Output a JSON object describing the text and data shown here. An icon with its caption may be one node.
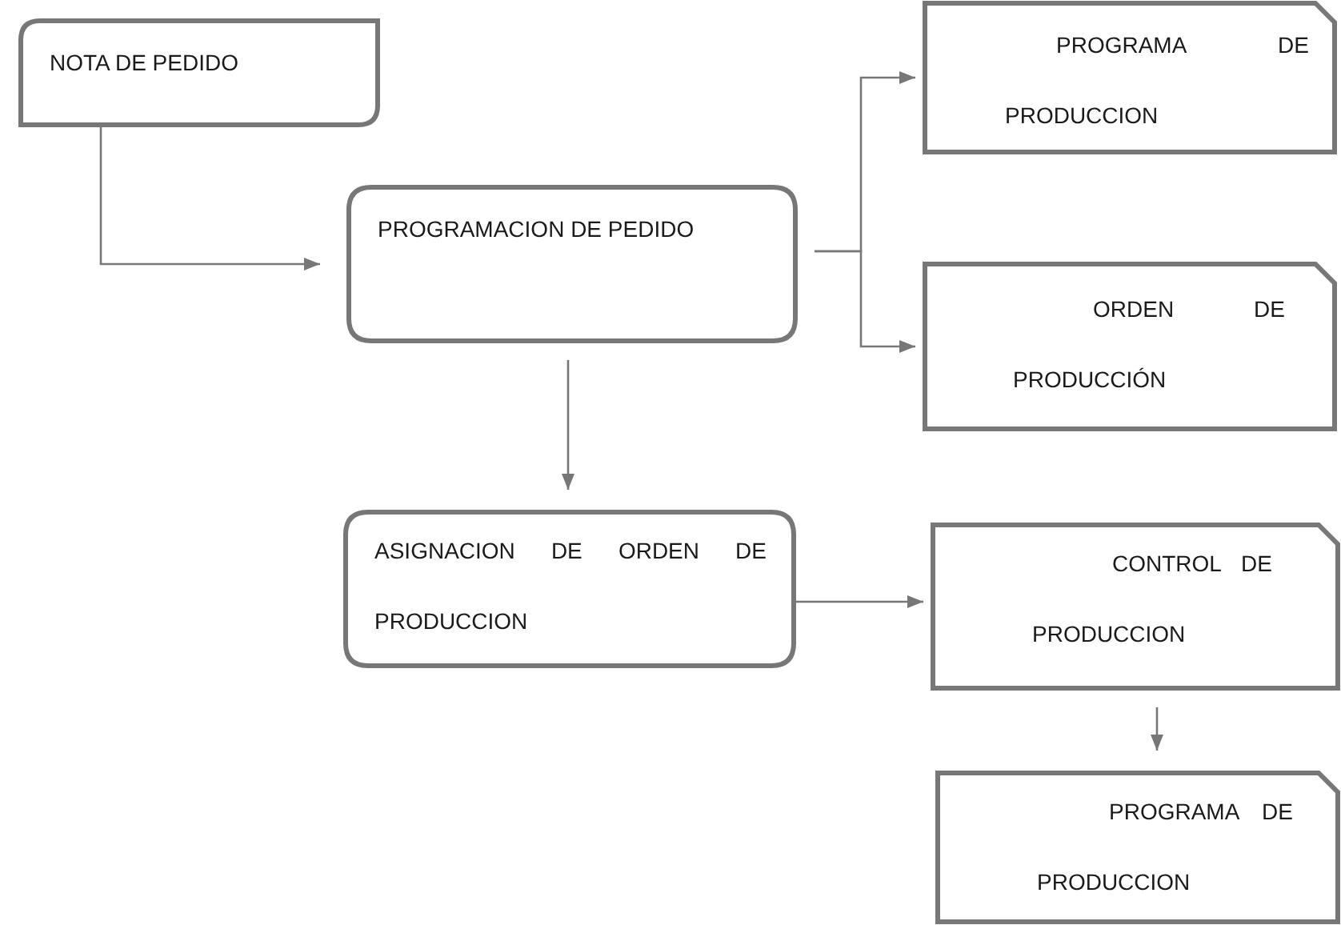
{
  "diagram": {
    "nodes": [
      {
        "text": [
          "NOTA DE PEDIDO"
        ]
      },
      {
        "text": [
          "PROGRAMACION DE PEDIDO"
        ]
      },
      {
        "text": [
          "PROGRAMA DE PRODUCCION"
        ]
      },
      {
        "text": [
          "ORDEN DE PRODUCCIÓN"
        ]
      },
      {
        "text": [
          "ASIGNACION DE ORDEN DE PRODUCCION"
        ]
      },
      {
        "text": [
          "CONTROL DE PRODUCCION"
        ]
      },
      {
        "text": [
          "PROGRAMA DE PRODUCCION"
        ]
      }
    ],
    "edges": [
      {
        "from": 0,
        "to": 1,
        "arrow": "to"
      },
      {
        "from": 1,
        "to": 2,
        "arrow": "to"
      },
      {
        "from": 1,
        "to": 3,
        "arrow": "to"
      },
      {
        "from": 1,
        "to": 4,
        "arrow": "to"
      },
      {
        "from": 4,
        "to": 5,
        "arrow": "to"
      },
      {
        "from": 5,
        "to": 6,
        "arrow": "to"
      }
    ]
  }
}
